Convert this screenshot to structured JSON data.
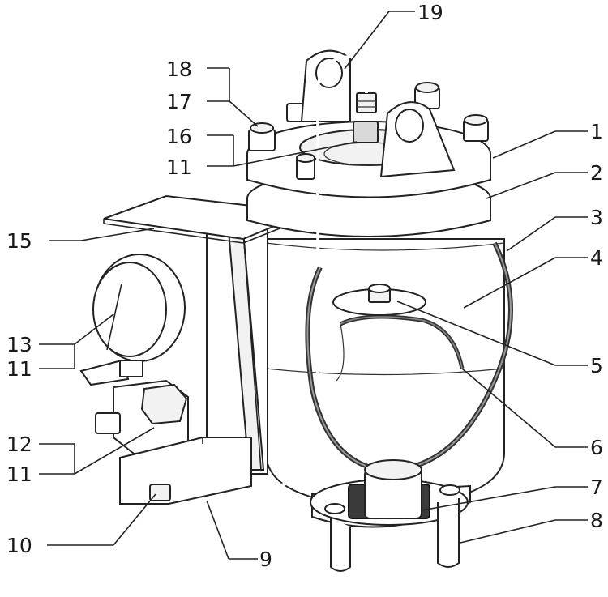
{
  "labels": {
    "l1": "1",
    "l2": "2",
    "l3": "3",
    "l4": "4",
    "l5": "5",
    "l6": "6",
    "l7": "7",
    "l8": "8",
    "l9": "9",
    "l10": "10",
    "l11a": "11",
    "l11b": "11",
    "l11c": "11",
    "l12": "12",
    "l13": "13",
    "l15": "15",
    "l16": "16",
    "l17": "17",
    "l18": "18",
    "l19": "19"
  }
}
